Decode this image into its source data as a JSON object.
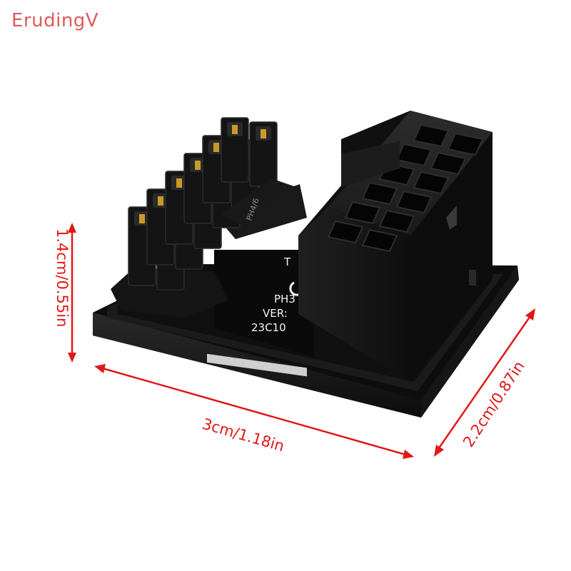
{
  "brand": {
    "text": "ErudingV"
  },
  "board_labels": {
    "line1": "T",
    "line2": "PH3",
    "line3": "VER:",
    "line4": "23C10"
  },
  "header_marking": "PH4/6",
  "dimensions": {
    "height": "1.4cm/0.55in",
    "width": "3cm/1.18in",
    "depth": "2.2cm/0.87in"
  },
  "colors": {
    "brand": "#e05a5a",
    "dimension_arrow": "#e01818",
    "dimension_text": "#e01818",
    "plastic": "#151515",
    "pin_gold": "#c89a2a"
  }
}
